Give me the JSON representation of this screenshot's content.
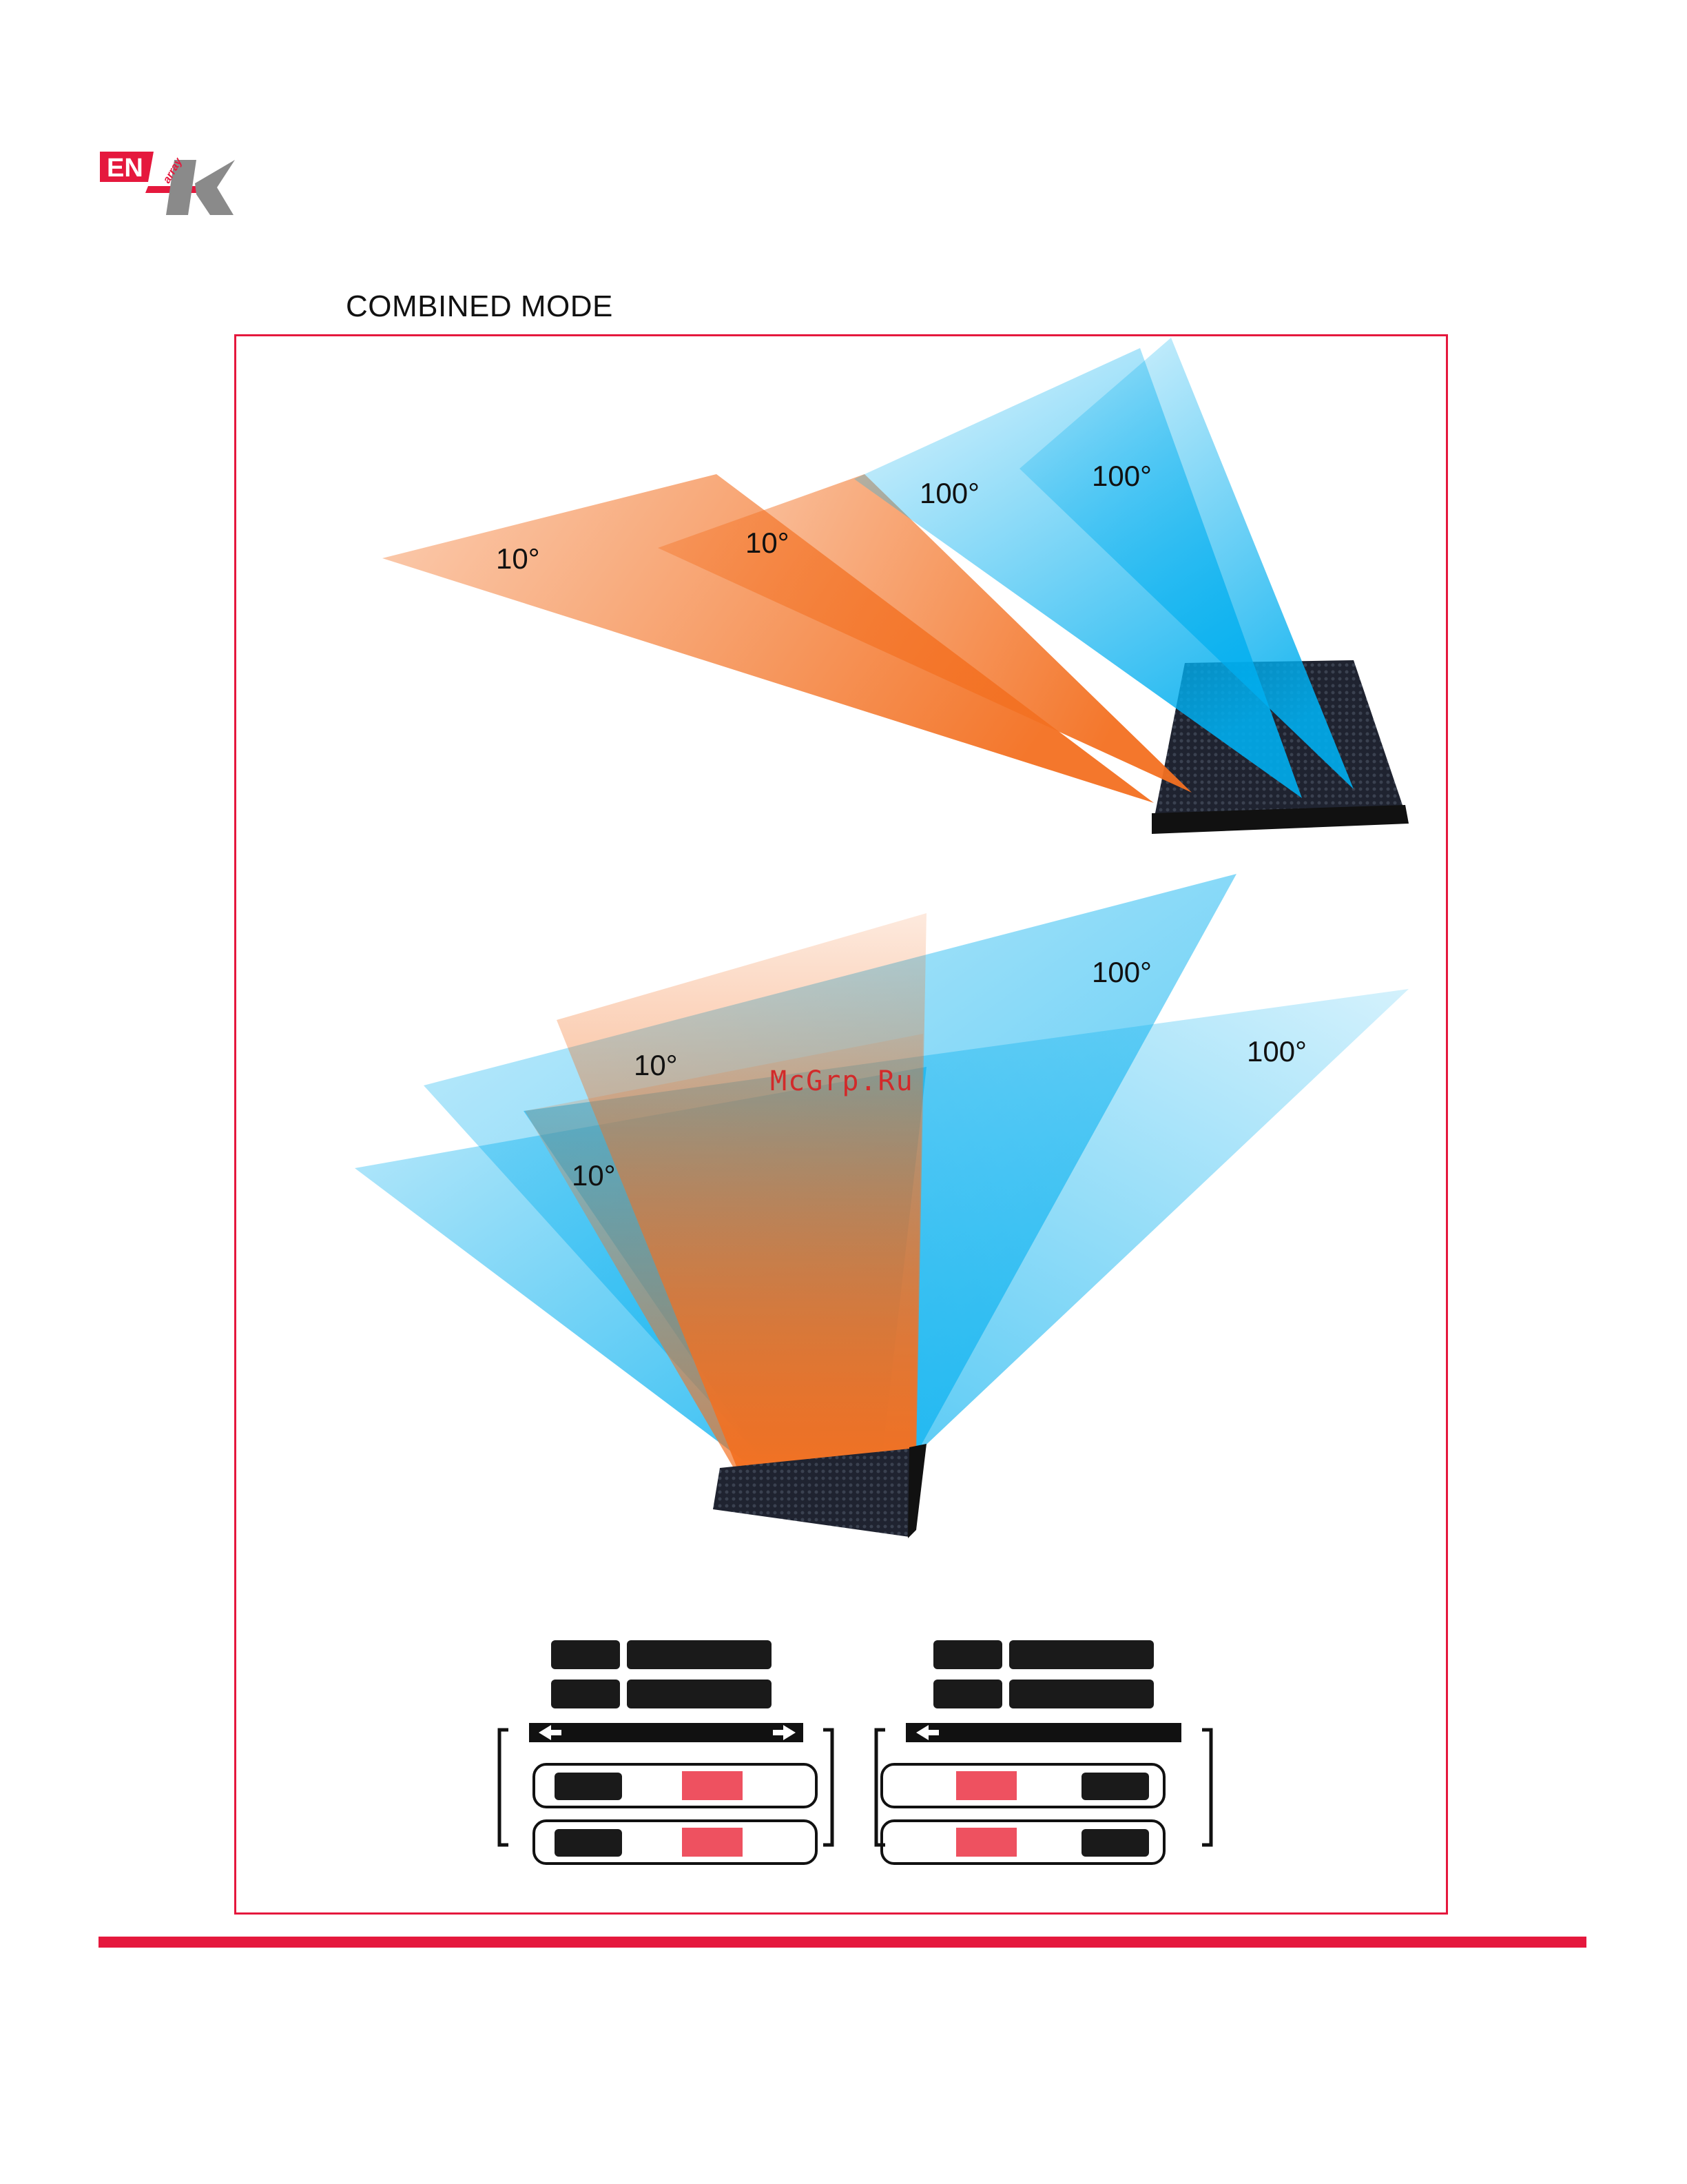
{
  "brand": {
    "logo_text_en": "EN",
    "logo_text_array": "array",
    "logo_text_k": "K",
    "primary_color": "#e5183d"
  },
  "section": {
    "title": "COMBINED MODE"
  },
  "top_diagram": {
    "labels": [
      "10°",
      "10°",
      "100°",
      "100°"
    ]
  },
  "bottom_diagram": {
    "labels": [
      "100°",
      "100°",
      "10°",
      "10°"
    ]
  },
  "watermark": "McGrp.Ru",
  "colors": {
    "orange": "#f37021",
    "blue": "#00aeef",
    "frame": "#e5183d",
    "indicator_red": "#ee5160"
  },
  "icons": [
    "arrow-left-icon",
    "arrow-right-icon"
  ]
}
